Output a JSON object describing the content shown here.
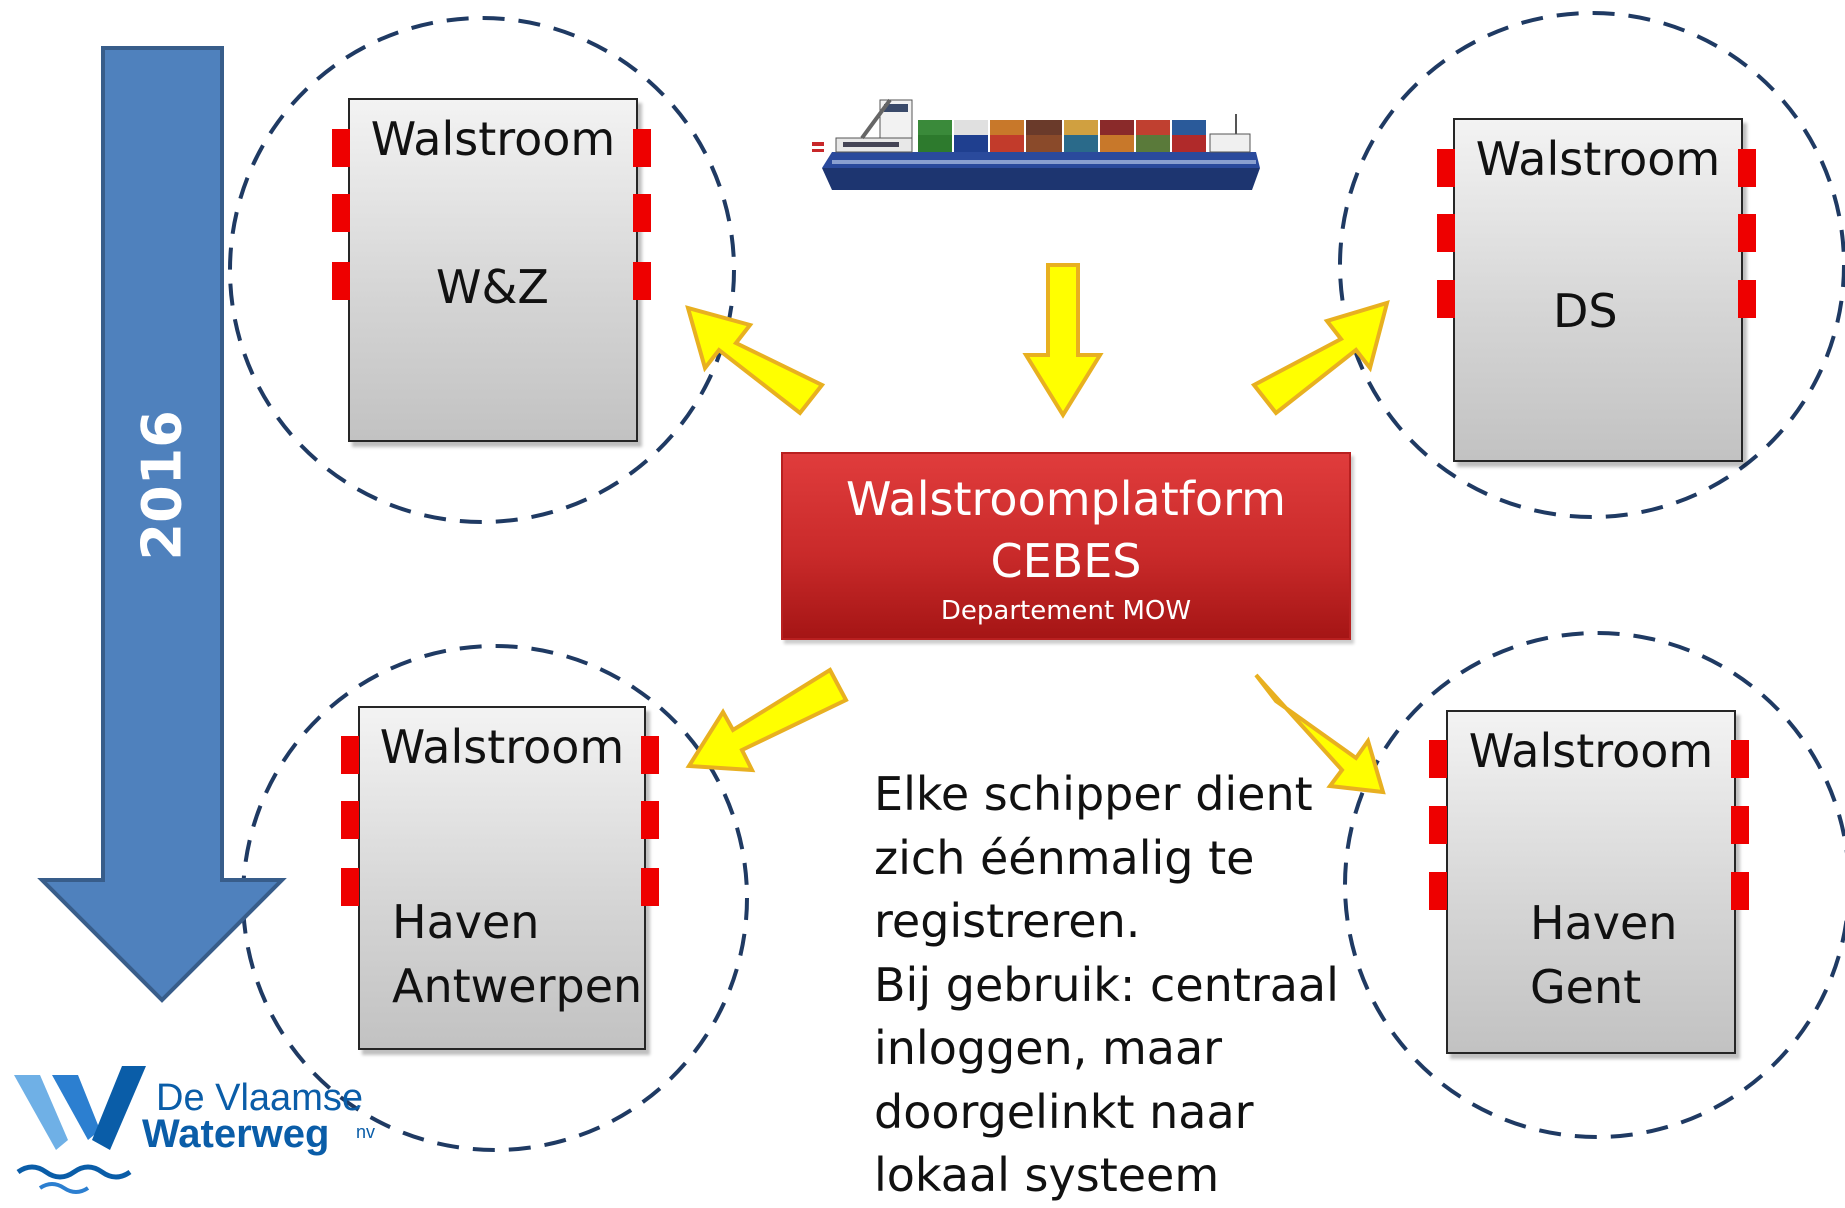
{
  "timeline": {
    "year": "2016"
  },
  "platform": {
    "title": "Walstroomplatform",
    "subtitle": "CEBES",
    "department": "Departement MOW"
  },
  "nodes": [
    {
      "title": "Walstroom",
      "lines": [
        "W&Z"
      ]
    },
    {
      "title": "Walstroom",
      "lines": [
        "DS"
      ]
    },
    {
      "title": "Walstroom",
      "lines": [
        "Haven",
        "Antwerpen"
      ]
    },
    {
      "title": "Walstroom",
      "lines": [
        "Haven",
        "Gent"
      ]
    }
  ],
  "note": {
    "lines": [
      "Elke schipper dient",
      "zich éénmalig te",
      "registreren.",
      "Bij gebruik: centraal",
      "inloggen, maar",
      "doorgelinkt naar",
      "lokaal systeem"
    ]
  },
  "logo": {
    "line1": "De Vlaamse",
    "line2": "Waterweg",
    "suffix": "nv"
  },
  "colors": {
    "arrow_blue": "#4f81bd",
    "yellow_arrow": "#ffff00",
    "platform_red": "#c0292a",
    "port_red": "#ee0000",
    "dashed_circle": "#1f3a63",
    "logo_blue": "#0a5da8"
  },
  "icons": [
    "container-ship-icon",
    "timeline-down-arrow-icon"
  ]
}
